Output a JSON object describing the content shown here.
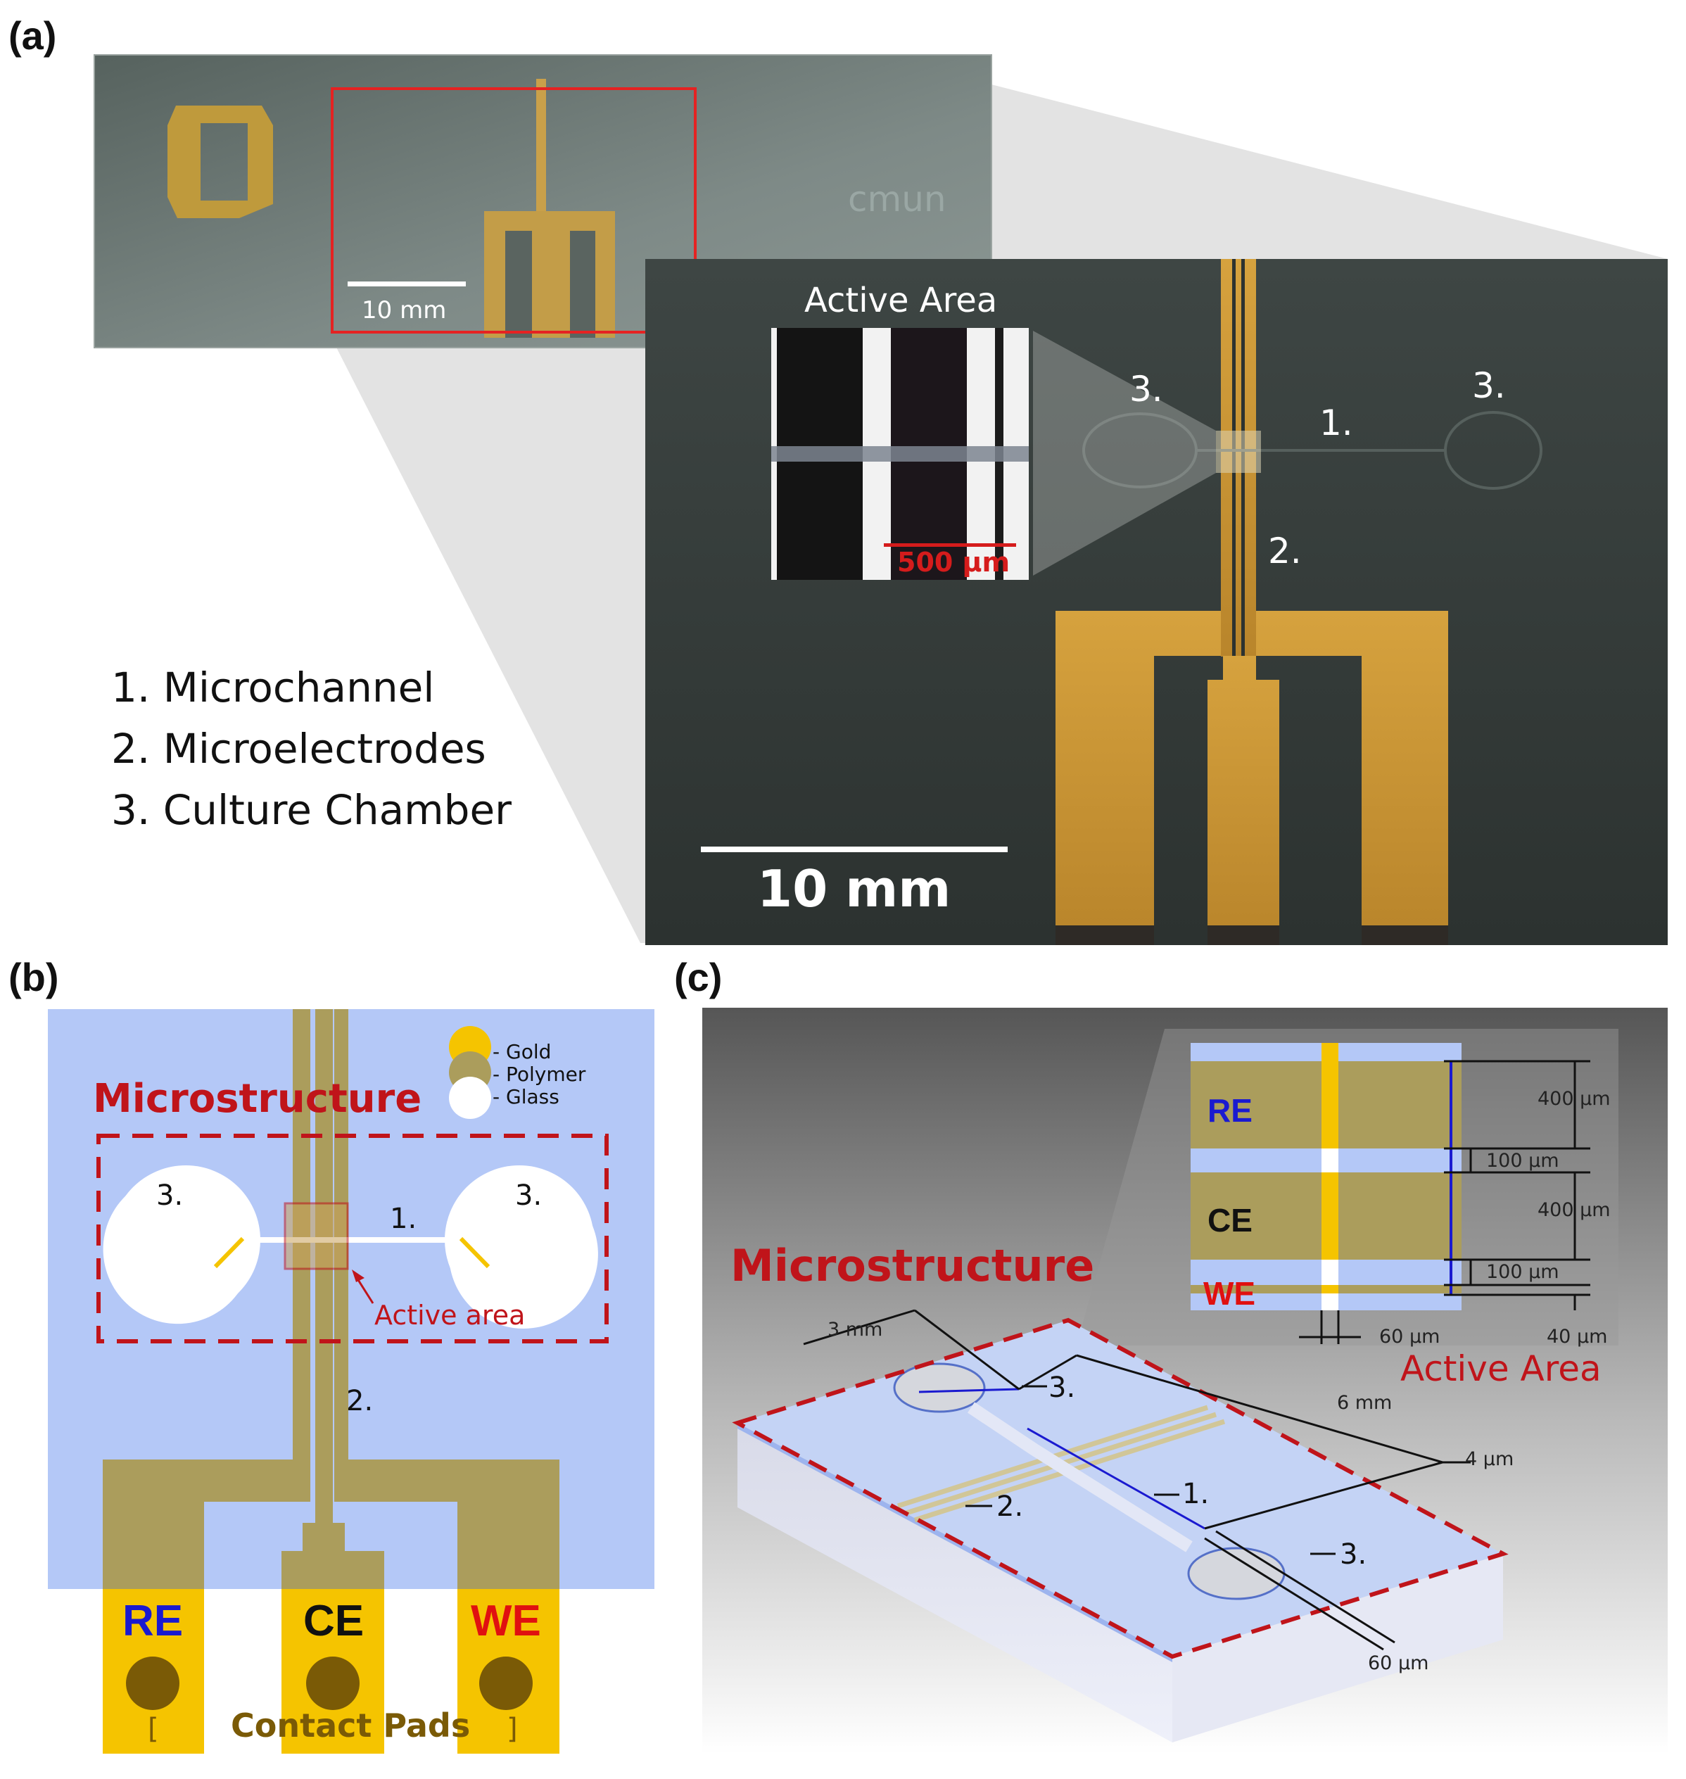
{
  "panels": {
    "a": "(a)",
    "b": "(b)",
    "c": "(c)"
  },
  "panel_a": {
    "slide_scale": "10 mm",
    "logo_text": "cmun",
    "photo_scale": "10 mm",
    "inset_title": "Active Area",
    "inset_scale": "500 µm",
    "labels": {
      "channel": "1.",
      "electrodes": "2.",
      "chamber_left": "3.",
      "chamber_right": "3."
    },
    "legend": [
      "1. Microchannel",
      "2. Microelectrodes",
      "3. Culture Chamber"
    ]
  },
  "panel_b": {
    "title": "Microstructure",
    "legend": {
      "gold": "- Gold",
      "polymer": "- Polymer",
      "glass": "- Glass"
    },
    "labels": {
      "chamber_left": "3.",
      "chamber_right": "3.",
      "channel": "1.",
      "electrodes": "2."
    },
    "active_area": "Active area",
    "pads": {
      "re": "RE",
      "ce": "CE",
      "we": "WE"
    },
    "pad_brackets": {
      "left": "[",
      "right": "]"
    },
    "contact_pads": "Contact Pads"
  },
  "panel_c": {
    "title": "Microstructure",
    "active_area": "Active Area",
    "inset_electrodes": {
      "re": "RE",
      "ce": "CE",
      "we": "WE"
    },
    "dims": {
      "d400a": "400 µm",
      "d100a": "100 µm",
      "d400b": "400 µm",
      "d100b": "100 µm",
      "d40": "40 µm",
      "d60_inset": "60 µm",
      "d3mm": "3 mm",
      "d6mm": "6 mm",
      "d4um": "4 µm",
      "d60": "60 µm"
    },
    "labels": {
      "chamber_top": "3.",
      "channel": "1.",
      "electrodes": "2.",
      "chamber_bottom": "3."
    }
  },
  "colors": {
    "gold": "#f5c400",
    "gold_dim": "#ab9d5c",
    "polymer": "#b4c8f7",
    "red": "#c0141a",
    "re": "#1a1ad0",
    "we": "#e01010"
  }
}
